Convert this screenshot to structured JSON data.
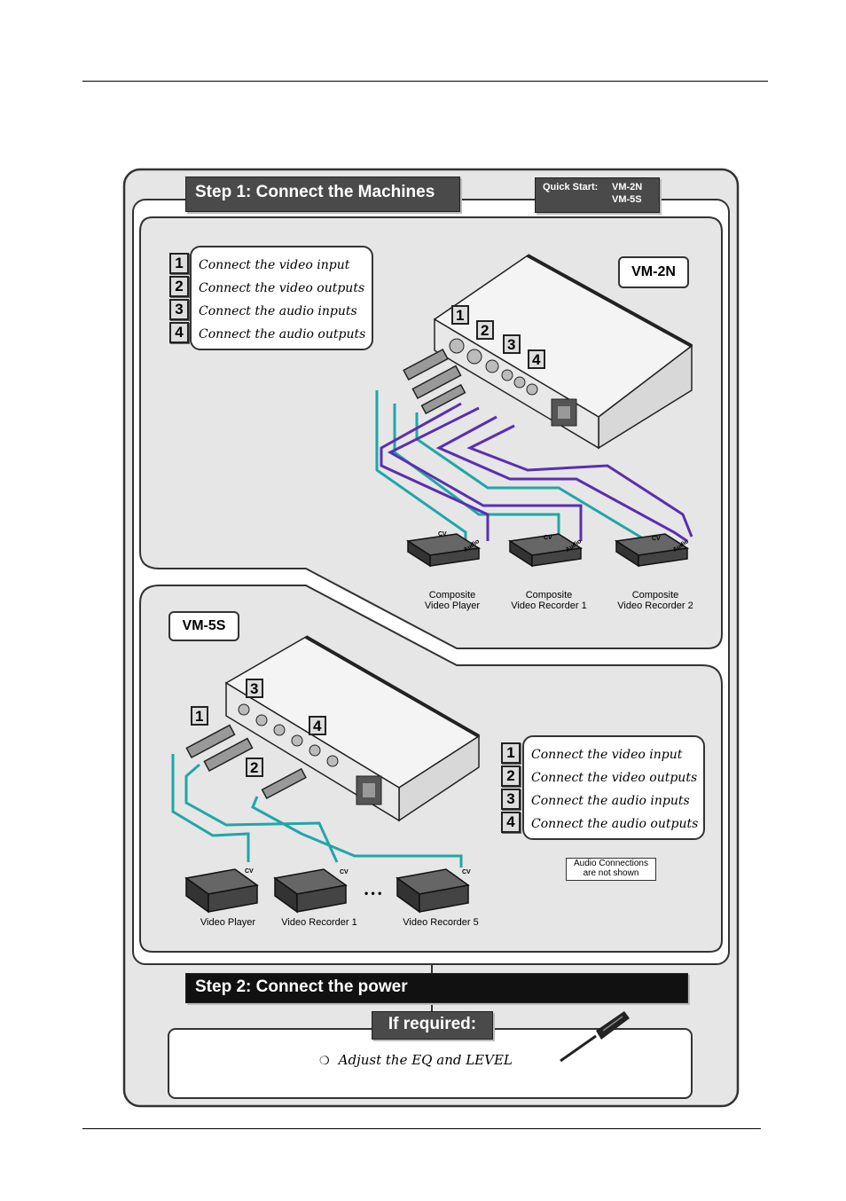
{
  "step1": {
    "title": "Step 1: Connect the Machines"
  },
  "quick_start": {
    "label": "Quick Start:",
    "model1": "VM-2N",
    "model2": "VM-5S"
  },
  "vm2n": {
    "model": "VM-2N",
    "steps": [
      "Connect the video input",
      "Connect the video outputs",
      "Connect the audio inputs",
      "Connect the audio outputs"
    ],
    "numbers": [
      "1",
      "2",
      "3",
      "4"
    ],
    "devices": [
      {
        "line1": "Composite",
        "line2": "Video Player"
      },
      {
        "line1": "Composite",
        "line2": "Video Recorder 1"
      },
      {
        "line1": "Composite",
        "line2": "Video Recorder 2"
      }
    ],
    "cv_label": "CV",
    "audio_label": "Audio"
  },
  "vm5s": {
    "model": "VM-5S",
    "steps": [
      "Connect the video input",
      "Connect the video outputs",
      "Connect the audio inputs",
      "Connect the audio outputs"
    ],
    "numbers": [
      "1",
      "2",
      "3",
      "4"
    ],
    "devices": [
      "Video Player",
      "Video Recorder 1",
      "Video Recorder 5"
    ],
    "cv_label": "CV",
    "note_line1": "Audio Connections",
    "note_line2": "are not shown",
    "ellipsis": "• • •"
  },
  "step2": {
    "title": "Step 2: Connect the power"
  },
  "if_required": {
    "label": "If required:",
    "item": "Adjust the EQ and LEVEL",
    "bullet": "❍"
  },
  "icons": {
    "screwdriver": "screwdriver-icon"
  },
  "colors": {
    "video_cable": "#1fa7a7",
    "audio_cable": "#5a2fb0",
    "panel_bg": "#e6e6e6",
    "tab_bg": "#4a4a4a"
  }
}
